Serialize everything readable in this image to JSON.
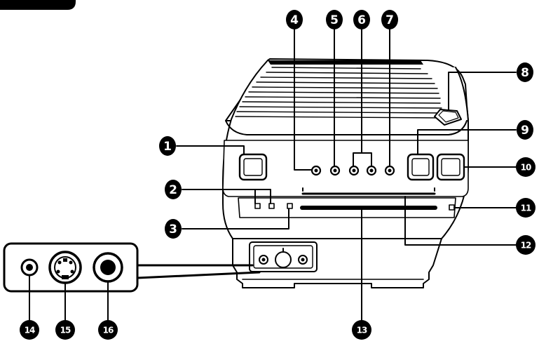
{
  "callouts": [
    {
      "id": "1",
      "label": "1"
    },
    {
      "id": "2",
      "label": "2"
    },
    {
      "id": "3",
      "label": "3"
    },
    {
      "id": "4",
      "label": "4"
    },
    {
      "id": "5",
      "label": "5"
    },
    {
      "id": "6",
      "label": "6"
    },
    {
      "id": "7",
      "label": "7"
    },
    {
      "id": "8",
      "label": "8"
    },
    {
      "id": "9",
      "label": "9"
    },
    {
      "id": "10",
      "label": "10"
    },
    {
      "id": "11",
      "label": "11"
    },
    {
      "id": "12",
      "label": "12"
    },
    {
      "id": "13",
      "label": "13"
    },
    {
      "id": "14",
      "label": "14"
    },
    {
      "id": "15",
      "label": "15"
    },
    {
      "id": "16",
      "label": "16"
    }
  ],
  "colors": {
    "line": "#000000",
    "fill": "#ffffff",
    "badge": "#000000",
    "badge_text": "#ffffff"
  }
}
